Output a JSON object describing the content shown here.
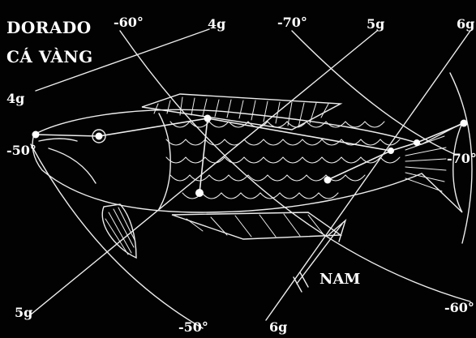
{
  "title": {
    "line1": "DORADO",
    "line2": "CÁ VÀNG"
  },
  "labels": {
    "top_neg60": "-60°",
    "top_4g": "4g",
    "top_neg70": "-70°",
    "top_5g": "5g",
    "top_6g": "6g",
    "left_4g": "4g",
    "left_neg50": "-50°",
    "right_neg70": "-70°",
    "bottom_5g": "5g",
    "bottom_neg50": "-50°",
    "bottom_6g": "6g",
    "bottom_right_neg60": "-60°",
    "direction": "NAM"
  },
  "colors": {
    "background": "#020202",
    "lines": "#f2f2f2"
  }
}
